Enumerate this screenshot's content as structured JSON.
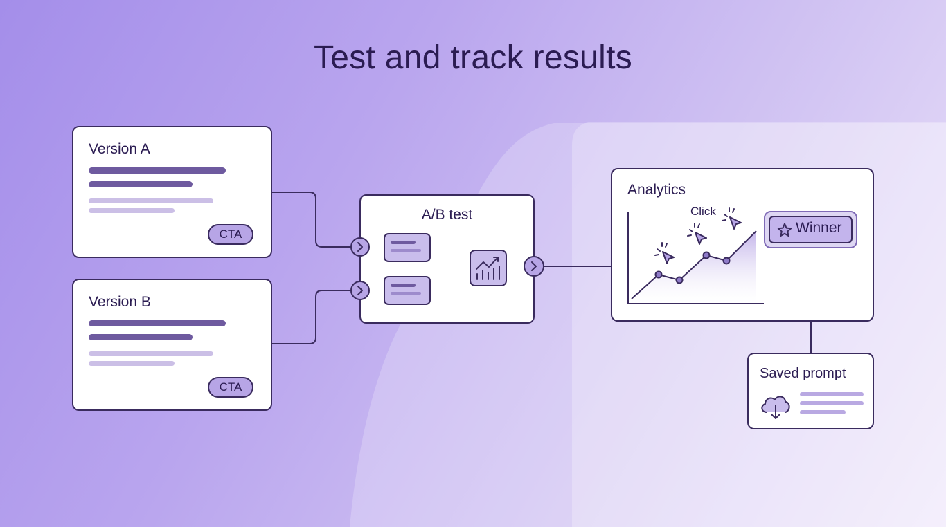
{
  "title": "Test and track results",
  "version_a": {
    "title": "Version A",
    "cta": "CTA"
  },
  "version_b": {
    "title": "Version B",
    "cta": "CTA"
  },
  "ab_test": {
    "title": "A/B test"
  },
  "analytics": {
    "title": "Analytics",
    "click_label": "Click",
    "winner_label": "Winner"
  },
  "saved_prompt": {
    "title": "Saved prompt"
  },
  "icons": [
    "chevron-right-icon",
    "chart-trend-icon",
    "cursor-click-icon",
    "star-icon",
    "cloud-download-icon"
  ],
  "colors": {
    "outline": "#3a2b5e",
    "accent": "#b7a5e6",
    "bar_dark": "#6e5a9f",
    "bar_light": "#cbbfe6"
  }
}
